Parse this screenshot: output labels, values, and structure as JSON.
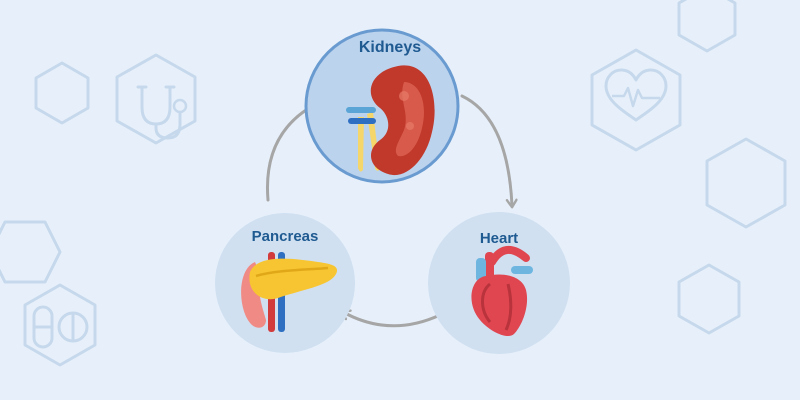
{
  "nodes": {
    "kidneys": {
      "label": "Kidneys"
    },
    "heart": {
      "label": "Heart"
    },
    "pancreas": {
      "label": "Pancreas"
    }
  },
  "colors": {
    "background": "#e7f0fa",
    "node_fill": "#d0e0f1",
    "kidney_node_fill": "#bcd3ee",
    "kidney_node_border": "#6a9bd0",
    "label": "#1f5a91",
    "arrow": "#a6a6a6",
    "deco_line": "#c6d8ec"
  },
  "decorations": [
    "stethoscope-icon",
    "heart-pulse-icon",
    "pills-icon",
    "hexagon-pattern"
  ]
}
